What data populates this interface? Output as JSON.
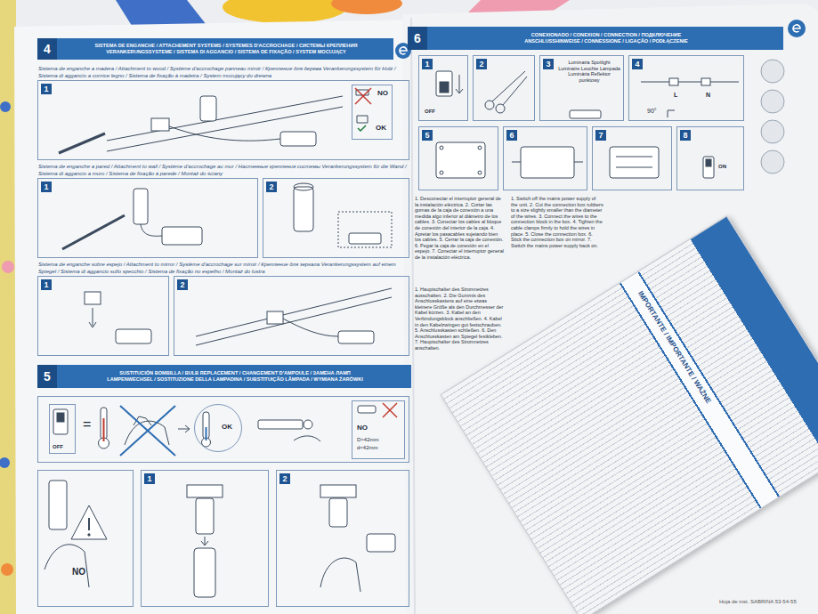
{
  "diagram": {
    "nodes": [
      {
        "text": [
          "4",
          "SISTEMA DE ENGANCHE / ATTACHEMENT SYSTEMS / SYSTEMES D'ACCROCHAGE / СИСТЕМЫ КРЕПЛЕНИЯ",
          "VERANKERUNGSSYSTEME / SISTEMA DI AGGANCIO / SISTEMA DE FIXAÇÃO / SYSTEM MOCUJĄCY"
        ]
      },
      {
        "text": [
          "Sistema de enganche a madera / Attachment to wood / Système d'accrochage panneau miroir / Крепление для дерева Verankerungssystem für Holz / Sistema di aggancio a cornice legno / Sistema de fixação à madeira / System mocujący do drewna",
          "1"
        ]
      },
      {
        "text": [
          "NO",
          "OK"
        ],
        "in": 1
      },
      {
        "text": [
          "Sistema de enganche a pared / Attachment to wall / Système d'accrochage au mur / Настенные крепления системы Verankerungssystem für die Wand / Sistema di aggancio a muro / Sistema de fixação à parede / Montaż do ściany",
          "1"
        ]
      },
      {
        "text": [
          "2"
        ]
      },
      {
        "text": [
          "Sistema de enganche sobre espejo / Attachment to mirror / Système d'accrochage sur miroir / Крепление для зеркала Verankerungssystem auf einem Spiegel / Sistema di aggancio sullo specchio / Sistema de fixação no espelho / Montaż do lustra",
          "1"
        ]
      },
      {
        "text": [
          "2"
        ]
      },
      {
        "text": [
          "5",
          "SUSTITUCIÓN BOMBILLA / BULB REPLACEMENT / CHANGEMENT D'AMPOULE / ЗАМЕНА ЛАМП",
          "LAMPENWECHSEL / SOSTITUZIONE DELLA LAMPADINA / SUBSTITUIÇÃO LÂMPADA / WYMIANA ŻARÓWKI"
        ]
      },
      {
        "text": [
          "="
        ]
      },
      {
        "text": [
          "OFF"
        ],
        "in": 8
      },
      {
        "text": [
          "OK"
        ],
        "in": 8
      },
      {
        "text": [
          "NO",
          "D>42mm",
          "d<42mm"
        ],
        "in": 8
      },
      {
        "text": [
          "NO"
        ]
      },
      {
        "text": [
          "1"
        ]
      },
      {
        "text": [
          "2"
        ]
      },
      {
        "text": [
          "6",
          "CONEXIONADO / CONEXION / CONNECTION / ПОДКЛЮЧЕНИЕ",
          "ANSCHLUSSHINWEISE / CONNESSIONE / LIGAÇÃO / PODŁĄCZENIE"
        ]
      },
      {
        "text": [
          "1",
          "OFF"
        ]
      },
      {
        "text": [
          "2"
        ]
      },
      {
        "text": [
          "3",
          "Luminaria Spotlight Luminaire Leuchte Lampada Luminária Reflektor punktowy"
        ]
      },
      {
        "text": [
          "4",
          "L",
          "N",
          "90°"
        ]
      },
      {
        "text": [
          "5"
        ]
      },
      {
        "text": [
          "6"
        ]
      },
      {
        "text": [
          "7"
        ]
      },
      {
        "text": [
          "8",
          "ON"
        ]
      },
      {
        "text": [
          "IMPORTANTE / IMPORTANTE / WAŻNE"
        ]
      }
    ],
    "labels": [
      "1. Desconectar el interruptor general de la instalación eléctrica. 2. Cortar las gomas de la caja de conexión a una medida algo inferior al diámetro de los cables. 3. Conectar los cables al bloque de conexión del interior de la caja. 4. Apretar los pasacables sujetando bien los cables. 5. Cerrar la caja de conexión. 6. Pegar la caja de conexión en el espejo. 7. Conectar el interruptor general de la instalación eléctrica.",
      "1. Switch off the mains power supply of the unit. 2. Cut the connection box rubbers to a size slightly smaller than the diameter of the wires. 3. Connect the wires to the connection block in the box. 4. Tighten the cable clamps firmly to hold the wires in place. 5. Close the connection box. 6. Stick the connection box on mirror. 7. Switch the mains power supply back on.",
      "1. Hauptschalter des Stromnetzes ausschalten. 2. Die Gummis des Anschlusskastens auf eine etwas kleinere Größe als den Durchmesser der Kabel kürzen. 3. Kabel an den Verbindungsblock anschließen. 4. Kabel in den Kabelzwingen gut festschrauben. 5. Anschlusskasten schließen. 6. Den Anschlusskasten am Spiegel festkleben. 7. Hauptschalter des Stromnetzes anschalten.",
      "Hoja de inst. SABRINA 53-54-55"
    ]
  }
}
